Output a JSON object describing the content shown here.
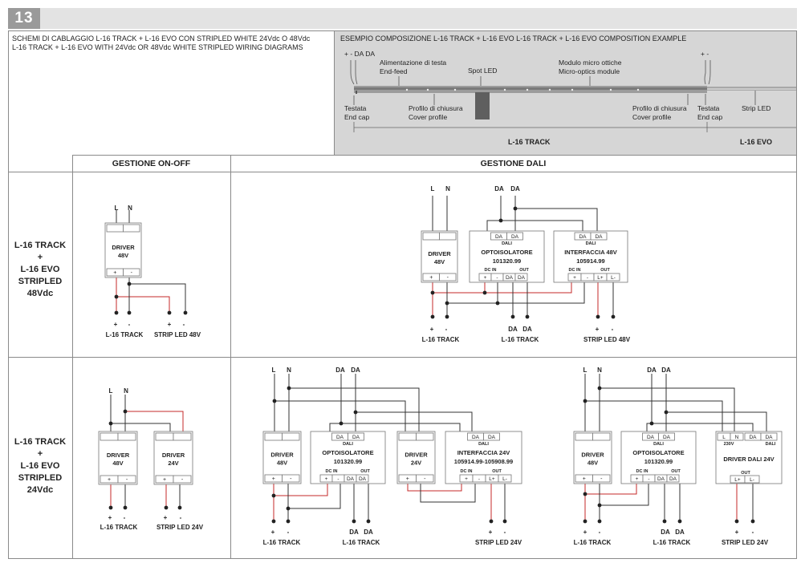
{
  "page_number": "13",
  "wiring_title": {
    "line1": "SCHEMI DI CABLAGGIO L-16 TRACK + L-16 EVO CON STRIPLED WHITE 24Vdc O 48Vdc",
    "line2": "L-16 TRACK + L-16 EVO WITH 24Vdc OR 48Vdc WHITE STRIPLED WIRING DIAGRAMS"
  },
  "composition": {
    "title": "ESEMPIO COMPOSIZIONE L-16 TRACK + L-16 EVO   L-16 TRACK + L-16 EVO COMPOSITION EXAMPLE",
    "pm_da": "+  -  DA DA",
    "pm": "+  -",
    "end_feed_it": "Alimentazione di testa",
    "end_feed_en": "End-feed",
    "spot_led": "Spot LED",
    "micro_it": "Modulo micro ottiche",
    "micro_en": "Micro-optics module",
    "endcap_it": "Testata",
    "endcap_en": "End cap",
    "cover_it": "Profilo di chiusura",
    "cover_en": "Cover profile",
    "strip_led": "Strip LED",
    "track": "L-16 TRACK",
    "evo": "L-16 EVO"
  },
  "headers": {
    "onoff": "GESTIONE ON-OFF",
    "dali": "GESTIONE DALI"
  },
  "rows": {
    "r1": [
      "L-16 TRACK",
      "+",
      "L-16 EVO",
      "STRIPLED",
      "48Vdc"
    ],
    "r2": [
      "L-16 TRACK",
      "+",
      "L-16 EVO",
      "STRIPLED",
      "24Vdc"
    ]
  },
  "labels": {
    "L": "L",
    "N": "N",
    "DA": "DA",
    "DALI": "DALI",
    "plus": "+",
    "minus": "-",
    "dcin": "DC IN",
    "out": "OUT",
    "Lp": "L+",
    "Lm": "L-",
    "v230": "230V",
    "driver": "DRIVER",
    "v48": "48V",
    "v24": "24V",
    "opto": "OPTOISOLATORE",
    "opto_code": "101320.99",
    "int48": "INTERFACCIA 48V",
    "int48_code": "105914.99",
    "int24": "INTERFACCIA 24V",
    "int24_code": "105914.99-105908.99",
    "driverdali": "DRIVER DALI 24V",
    "track": "L-16 TRACK",
    "strip48": "STRIP LED 48V",
    "strip24": "STRIP LED 24V"
  },
  "colors": {
    "red_wire": "#c62828",
    "header_bar": "#e3e3e3",
    "page_tab": "#9a9a9a",
    "comp_bg": "#d6d6d6"
  }
}
